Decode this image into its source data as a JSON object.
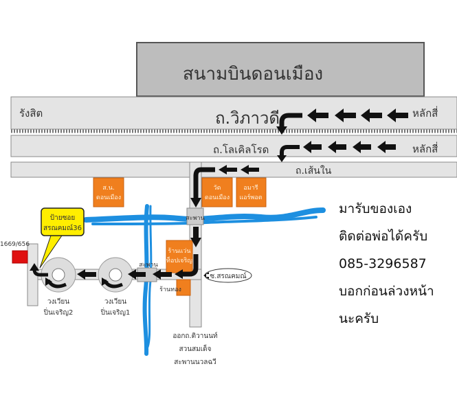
{
  "map": {
    "airport": "สนามบินดอนเมือง",
    "road_main": {
      "name": "ถ.วิภาวดี",
      "left": "รังสิต",
      "right": "หลักสี่"
    },
    "road_local": {
      "name": "ถ.โลเคิลโรด",
      "right": "หลักสี่"
    },
    "road_inner": {
      "name": "ถ.เส้นใน"
    },
    "landmarks": {
      "police": [
        "ส.น.",
        "ดอนเมือง"
      ],
      "temple": [
        "วัด",
        "ดอนเมือง"
      ],
      "amari": [
        "อมารี",
        "แอร์พอต"
      ],
      "optical": [
        "ร้านแว่น",
        "ท็อปเจริญ"
      ],
      "gold": "ร้านทอง"
    },
    "bridge_1": "สะพาน",
    "bridge_2": "สะพาน",
    "soi": "ซ.สรณคมณ์",
    "roundabout_1": [
      "วงเวียน",
      "ปิ่นเจริญ1"
    ],
    "roundabout_2": [
      "วงเวียน",
      "ปิ่นเจริญ2"
    ],
    "callout": [
      "ป้ายซอย",
      "สรณคมณ์36"
    ],
    "house_number": "1669/656",
    "exit_note": [
      "ออกถ.ติวานนท์",
      "สวนสมเด็จ",
      "สะพานนวลฉวี"
    ]
  },
  "side_text": [
    "มารับของเอง",
    "ติดต่อพ่อได้ครับ",
    "085-3296587",
    "บอกก่อนล่วงหน้า",
    "นะครับ"
  ],
  "colors": {
    "landmark": "#f07f1e",
    "river": "#1d8fe0",
    "destination": "#e01010",
    "callout": "#ffee00"
  }
}
